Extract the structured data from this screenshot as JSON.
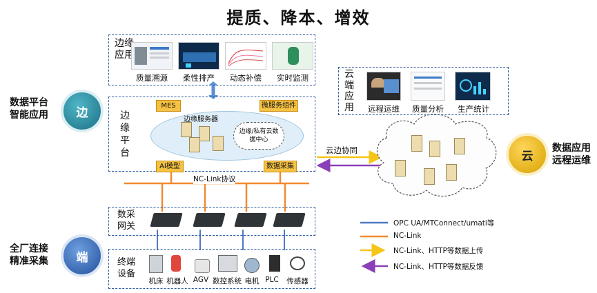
{
  "title": "提质、降本、增效",
  "edge_apps": {
    "label": "边缘应用",
    "items": [
      "质量溯源",
      "柔性排产",
      "动态补偿",
      "实时监测"
    ]
  },
  "cloud_apps": {
    "label": "云端应用",
    "items": [
      "远程运维",
      "质量分析",
      "生产统计"
    ]
  },
  "edge_platform": {
    "label": "边缘平台",
    "mes": "MES",
    "microservice": "微服务组件",
    "edge_server": "边缘服务器",
    "datacenter": "边缘/私有云数据中心",
    "ai_model": "AI模型",
    "data_collect": "数据采集"
  },
  "nc_link_bus": "NC-Link协议",
  "cloud_edge": "云边协同",
  "gateway": {
    "label": "数采网关"
  },
  "terminal": {
    "label": "终端设备",
    "devices": [
      "机床",
      "机器人",
      "AGV",
      "数控系统",
      "电机",
      "PLC",
      "传感器"
    ]
  },
  "sides": {
    "edge": {
      "icon": "边",
      "text1": "数据平台",
      "text2": "智能应用"
    },
    "end": {
      "icon": "端",
      "text1": "全厂连接",
      "text2": "精准采集"
    },
    "cloud": {
      "icon": "云",
      "text1": "数据应用",
      "text2": "远程运维"
    }
  },
  "legend": [
    {
      "label": "OPC UA/MTConnect/umati等",
      "color": "#4f79c3"
    },
    {
      "label": "NC-Link",
      "color": "#f18a2f"
    },
    {
      "label": "NC-Link、HTTP等数据上传",
      "color": "#f5c518"
    },
    {
      "label": "NC-Link、HTTP等数据反馈",
      "color": "#8b3fb8"
    }
  ],
  "colors": {
    "dash": "#2e5f9e",
    "bus": "#f18a2f",
    "tag": "#f5c243"
  }
}
